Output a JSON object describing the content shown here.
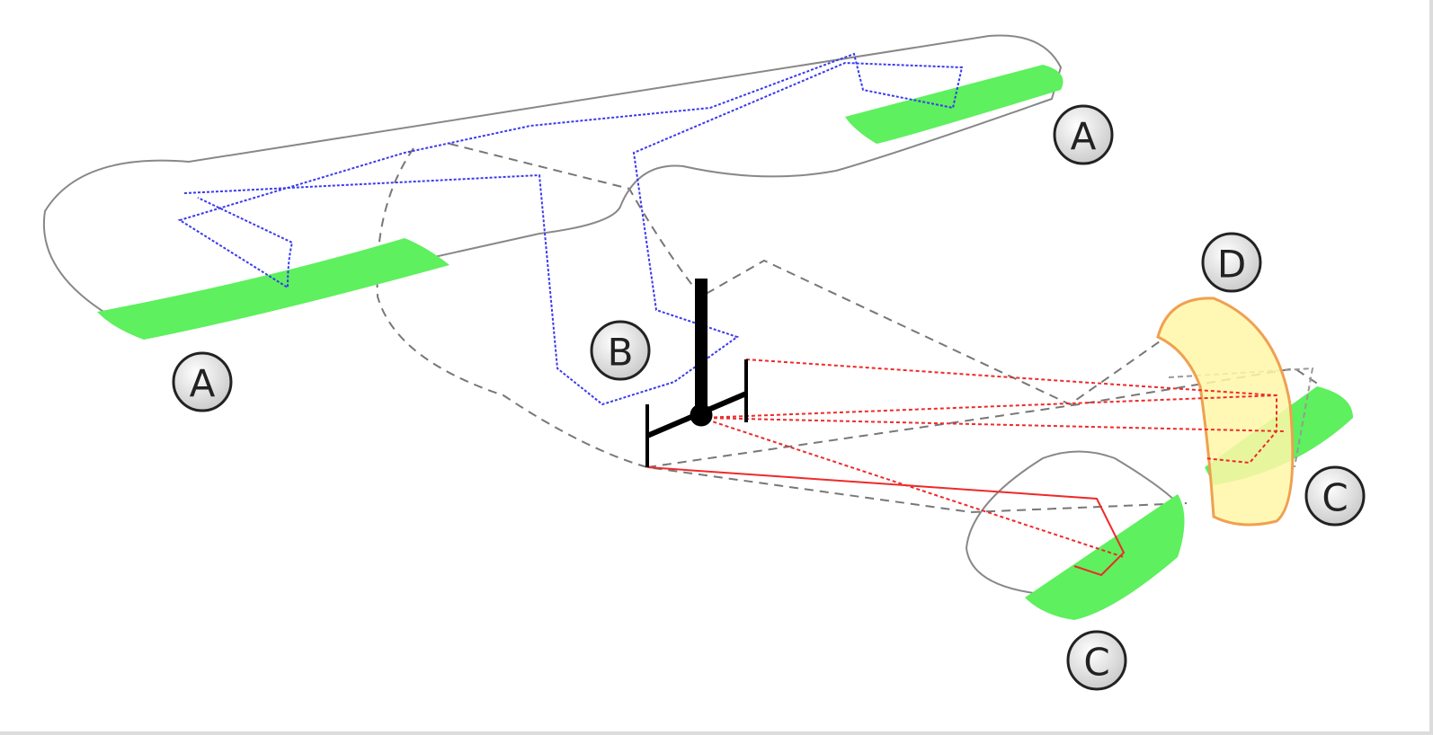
{
  "labels": {
    "wing_right": "A",
    "wing_left": "A",
    "control_stick": "B",
    "tail_right": "C",
    "tail_left": "C",
    "rudder": "D"
  },
  "colors": {
    "aileron_elevator": "#5ef05e",
    "rudder_fill": "#fff7a8",
    "rudder_stroke": "#f0a050",
    "aileron_cables": "#3a3aee",
    "tail_cables": "#ee2a2a",
    "outline": "#888888"
  }
}
